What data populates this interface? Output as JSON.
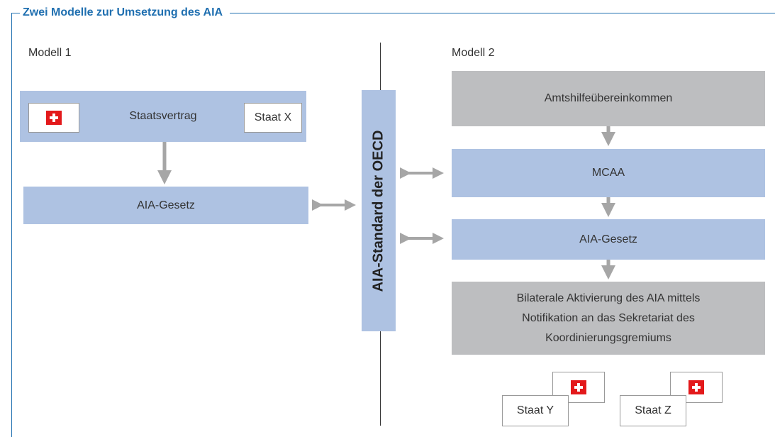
{
  "title": "Zwei Modelle zur Umsetzung des AIA",
  "model1": {
    "label": "Modell 1",
    "treaty": "Staatsvertrag",
    "partner": "Staat X",
    "law": "AIA-Gesetz"
  },
  "center": {
    "standard": "AIA-Standard der OECD"
  },
  "model2": {
    "label": "Modell 2",
    "convention": "Amtshilfeübereinkommen",
    "mcaa": "MCAA",
    "law": "AIA-Gesetz",
    "activation_lines": [
      "Bilaterale Aktivierung des AIA mittels",
      "Notifikation an das Sekretariat des",
      "Koordinierungsgremiums"
    ],
    "partner_y": "Staat Y",
    "partner_z": "Staat Z"
  },
  "colors": {
    "accent": "#1f6fb0",
    "box_blue": "#aec2e2",
    "box_gray": "#bdbec0",
    "arrow": "#a6a6a6",
    "swiss_red": "#e3191b"
  },
  "icons": {
    "flag": "swiss-flag-icon"
  }
}
